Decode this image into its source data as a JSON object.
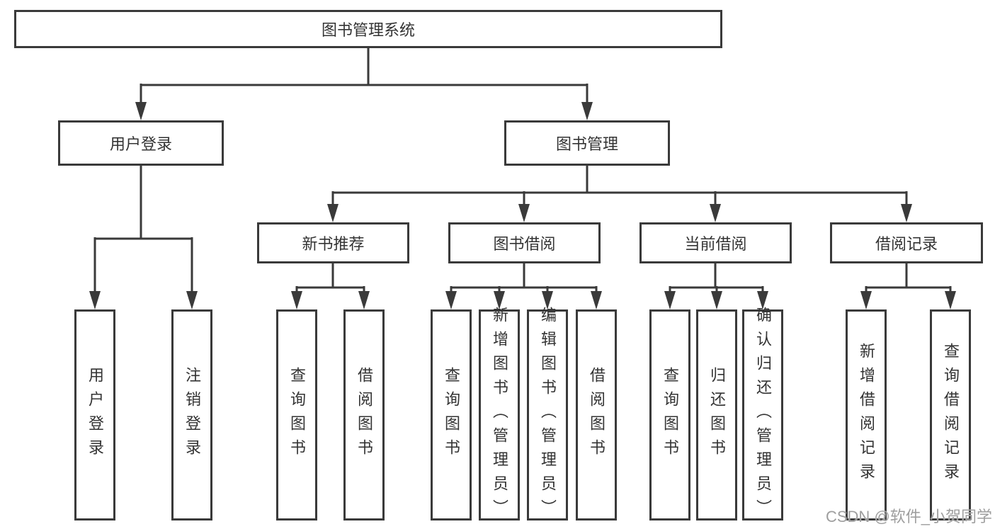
{
  "diagram": {
    "root": "图书管理系统",
    "user_login": {
      "label": "用户登录",
      "children": {
        "login": "用户登录",
        "logout": "注销登录"
      }
    },
    "book_management": {
      "label": "图书管理",
      "new_book_recommend": {
        "label": "新书推荐",
        "children": {
          "query_books": "查询图书",
          "borrow_books": "借阅图书"
        }
      },
      "book_borrowing": {
        "label": "图书借阅",
        "children": {
          "query_books": "查询图书",
          "add_books_admin": "新增图书（管理员）",
          "edit_books_admin": "编辑图书（管理员）",
          "borrow_books": "借阅图书"
        }
      },
      "current_borrowing": {
        "label": "当前借阅",
        "children": {
          "query_books": "查询图书",
          "return_books": "归还图书",
          "confirm_return_admin": "确认归还（管理员）"
        }
      },
      "borrowing_records": {
        "label": "借阅记录",
        "children": {
          "add_record": "新增借阅记录",
          "query_record": "查询借阅记录"
        }
      }
    }
  },
  "watermark": "CSDN @软件_小贺同学",
  "colors": {
    "line": "#3a3a3a",
    "text": "#333333",
    "watermark": "#9e9e9e",
    "background": "#ffffff"
  }
}
